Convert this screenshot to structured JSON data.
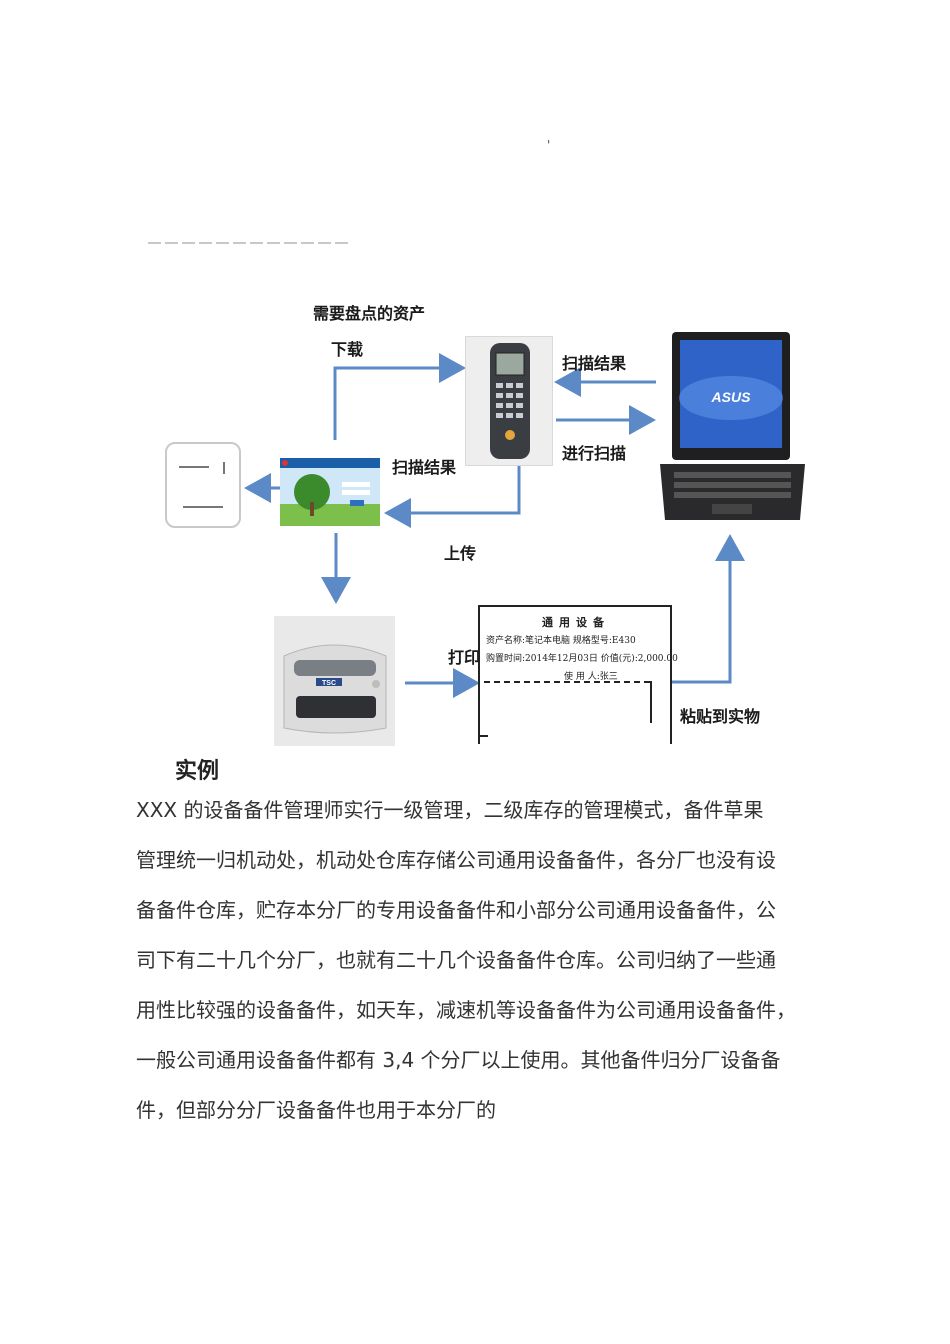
{
  "top_mark": "'",
  "diagram": {
    "labels": {
      "need_inventory": "需要盘点的资产",
      "download": "下载",
      "scan_result_top": "扫描结果",
      "do_scan": "进行扫描",
      "scan_result_mid": "扫描结果",
      "upload": "上传",
      "print": "打印",
      "paste": "粘贴到实物"
    },
    "laptop_brand": "ASUS",
    "printer_brand": "TSC",
    "label_card": {
      "title": "通用设备",
      "line1": "资产名称:笔记本电脑    规格型号:E430",
      "line2": "购置时间:2014年12月03日 价值(元):2,000.00",
      "line3": "使 用 人:张三"
    },
    "arrow_color": "#5b8ac6"
  },
  "heading": "实例",
  "paragraph_lines": [
    "XXX 的设备备件管理师实行一级管理，二级库存的管理模式，备件草果",
    "管理统一归机动处，机动处仓库存储公司通用设备备件，各分厂也没有设",
    "备备件仓库，贮存本分厂的专用设备备件和小部分公司通用设备备件，公",
    "司下有二十几个分厂，也就有二十几个设备备件仓库。公司归纳了一些通",
    "用性比较强的设备备件，如天车，减速机等设备备件为公司通用设备备件，",
    "一般公司通用设备备件都有 3,4 个分厂以上使用。其他备件归分厂设备备",
    "件，但部分分厂设备备件也用于本分厂的"
  ]
}
